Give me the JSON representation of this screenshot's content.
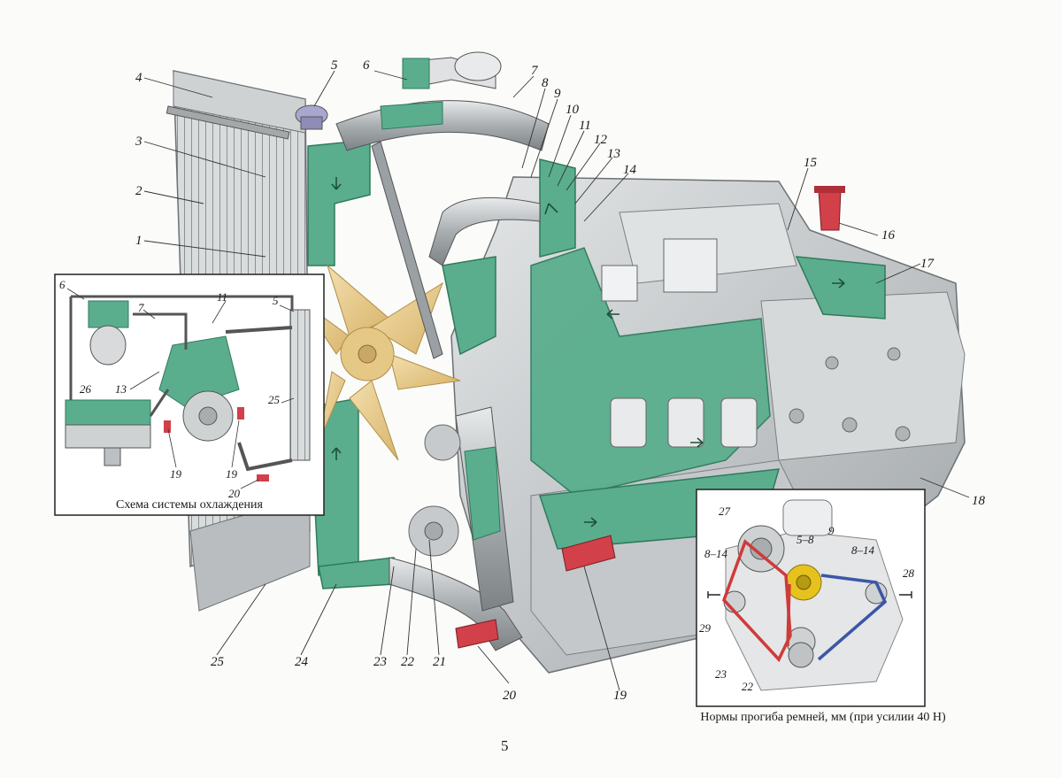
{
  "page_number": "5",
  "inset_caption": "Схема системы охлаждения",
  "belt_caption": "Нормы прогиба ремней, мм (при усилии 40 Н)",
  "main_callouts": [
    "1",
    "2",
    "3",
    "4",
    "5",
    "6",
    "7",
    "8",
    "9",
    "10",
    "11",
    "12",
    "13",
    "14",
    "15",
    "16",
    "17",
    "18",
    "19",
    "20",
    "21",
    "22",
    "23",
    "24",
    "25"
  ],
  "inset_callouts": [
    "6",
    "7",
    "11",
    "5",
    "13",
    "26",
    "25",
    "19",
    "19",
    "20"
  ],
  "belt_callouts": [
    "27",
    "5–8",
    "9",
    "8–14",
    "8–14",
    "28",
    "29",
    "23",
    "22"
  ],
  "colors": {
    "coolant": "#5aae8e",
    "coolant_dark": "#2f7a5c",
    "engine_metal": "#c9cccd",
    "engine_shadow": "#8e9294",
    "fan": "#e7c98c",
    "fan_edge": "#b08e48",
    "sensor_red": "#d2404a",
    "belt_red": "#d03a3a",
    "belt_blue": "#3c56a8",
    "belt_yellow": "#e6c21e"
  }
}
